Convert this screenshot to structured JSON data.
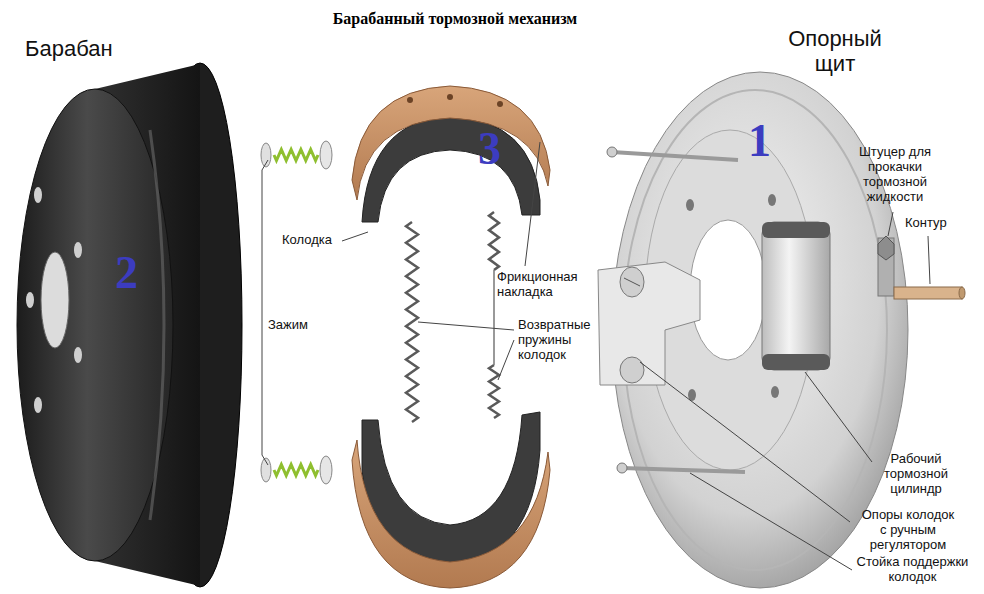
{
  "diagram": {
    "title": "Барабанный тормозной механизм",
    "labels": [
      "Барабан",
      "Опорный щит",
      "1",
      "2",
      "3",
      "Колодка",
      "Зажим",
      "Фрикционная накладка",
      "Возвратные пружины колодок",
      "Штуцер для прокачки тормозной жидкости",
      "Контур",
      "Рабочий тормозной цилиндр",
      "Опоры колодок с ручным регулятором",
      "Стойка поддержки колодок"
    ]
  }
}
